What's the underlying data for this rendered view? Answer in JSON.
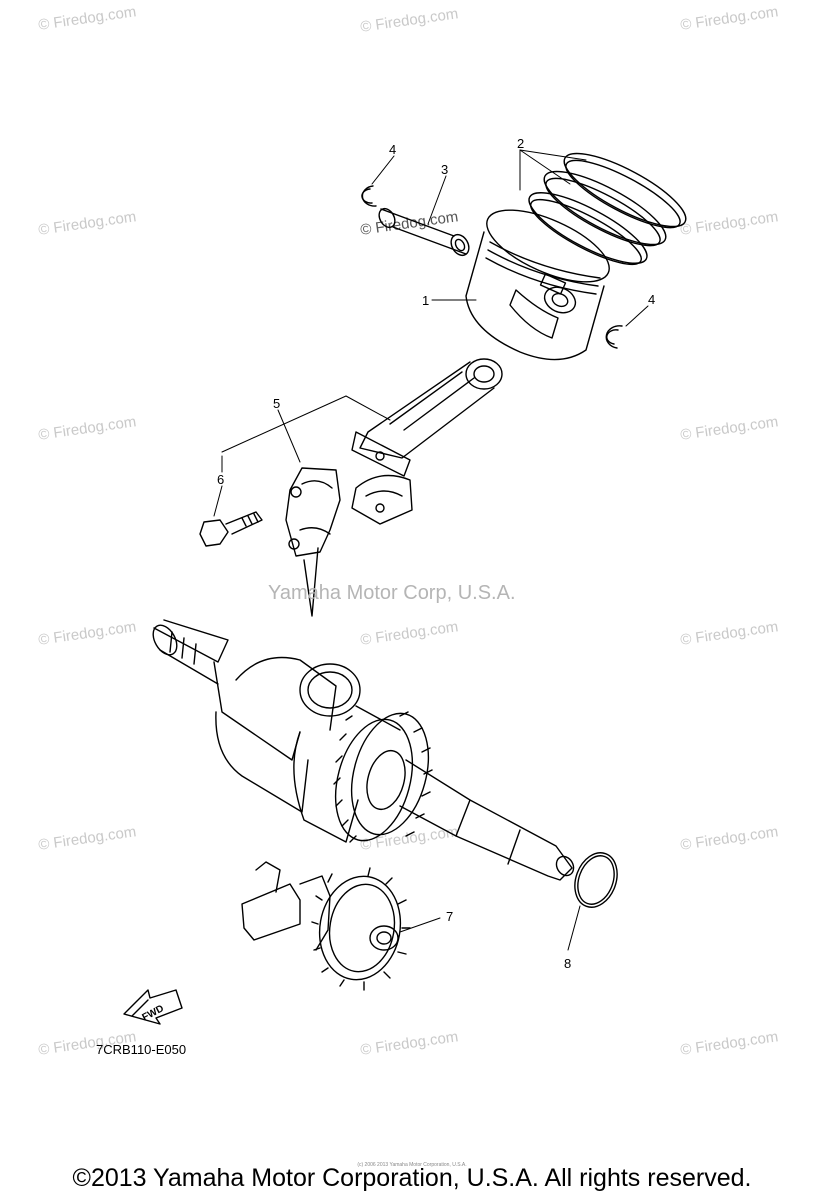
{
  "callouts": {
    "c1": "1",
    "c2": "2",
    "c3": "3",
    "c4a": "4",
    "c4b": "4",
    "c5": "5",
    "c6": "6",
    "c7": "7",
    "c8": "8"
  },
  "fwd_label": "FWD",
  "diagram_code": "7CRB110-E050",
  "center_watermark": "Yamaha Motor Corp, U.S.A.",
  "watermark_text": "© Firedog.com",
  "tiny_copyright": "(c) 2006 2013 Yamaha Motor Corporation, U.S.A.",
  "copyright": "©2013 Yamaha Motor Corporation, U.S.A. All rights reserved."
}
